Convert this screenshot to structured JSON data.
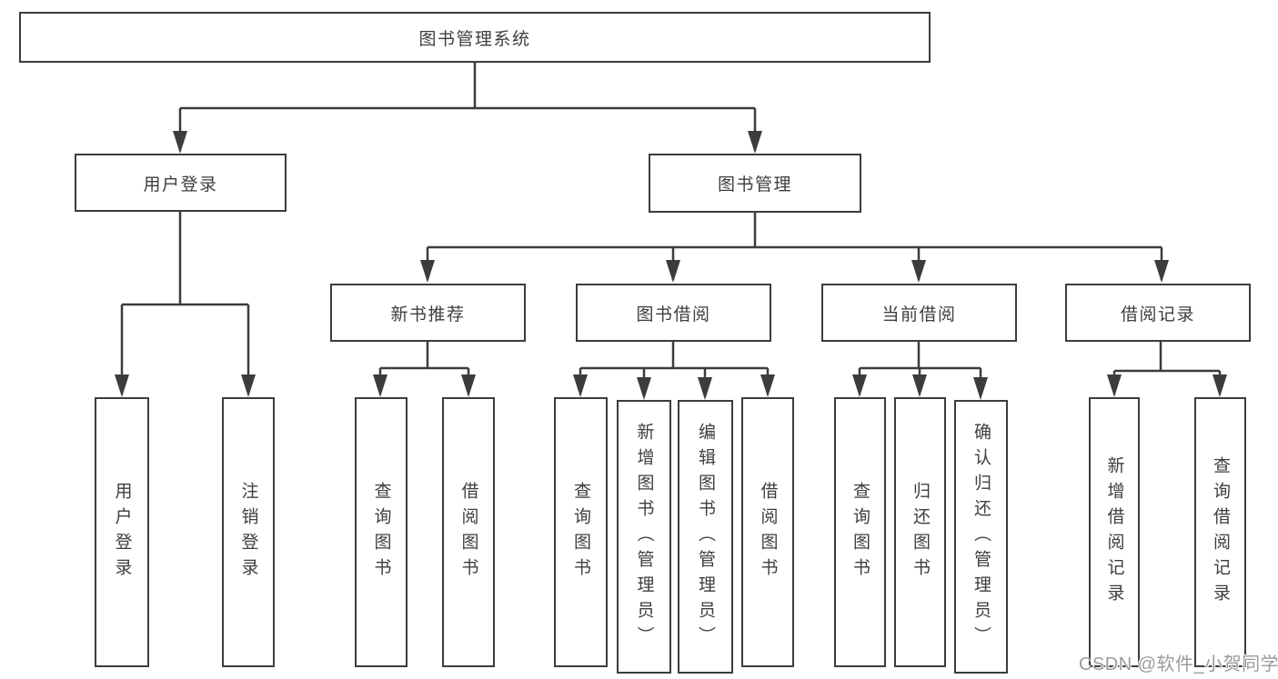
{
  "diagram": {
    "watermark": "CSDN @软件_小贺同学",
    "colors": {
      "line": "#3c3c3c",
      "box_border": "#3c3c3c",
      "text": "#3e3e3e",
      "watermark": "#9b9b9b",
      "background": "#ffffff"
    },
    "nodes": {
      "root": {
        "label": "图书管理系统"
      },
      "user_login": {
        "label": "用户登录"
      },
      "book_mgmt": {
        "label": "图书管理"
      },
      "new_book_rec": {
        "label": "新书推荐"
      },
      "book_borrow": {
        "label": "图书借阅"
      },
      "current_borrow": {
        "label": "当前借阅"
      },
      "borrow_record": {
        "label": "借阅记录"
      },
      "leaf_user_login": {
        "label": "用户登录"
      },
      "leaf_logout": {
        "label": "注销登录"
      },
      "leaf_query_book_1": {
        "label": "查询图书"
      },
      "leaf_borrow_book_1": {
        "label": "借阅图书"
      },
      "leaf_query_book_2": {
        "label": "查询图书"
      },
      "leaf_add_book_admin": {
        "label": "新增图书（管理员）"
      },
      "leaf_edit_book_admin": {
        "label": "编辑图书（管理员）"
      },
      "leaf_borrow_book_2": {
        "label": "借阅图书"
      },
      "leaf_query_book_3": {
        "label": "查询图书"
      },
      "leaf_return_book": {
        "label": "归还图书"
      },
      "leaf_confirm_return_admin": {
        "label": "确认归还（管理员）"
      },
      "leaf_add_borrow_record": {
        "label": "新增借阅记录"
      },
      "leaf_query_borrow_record": {
        "label": "查询借阅记录"
      }
    }
  }
}
